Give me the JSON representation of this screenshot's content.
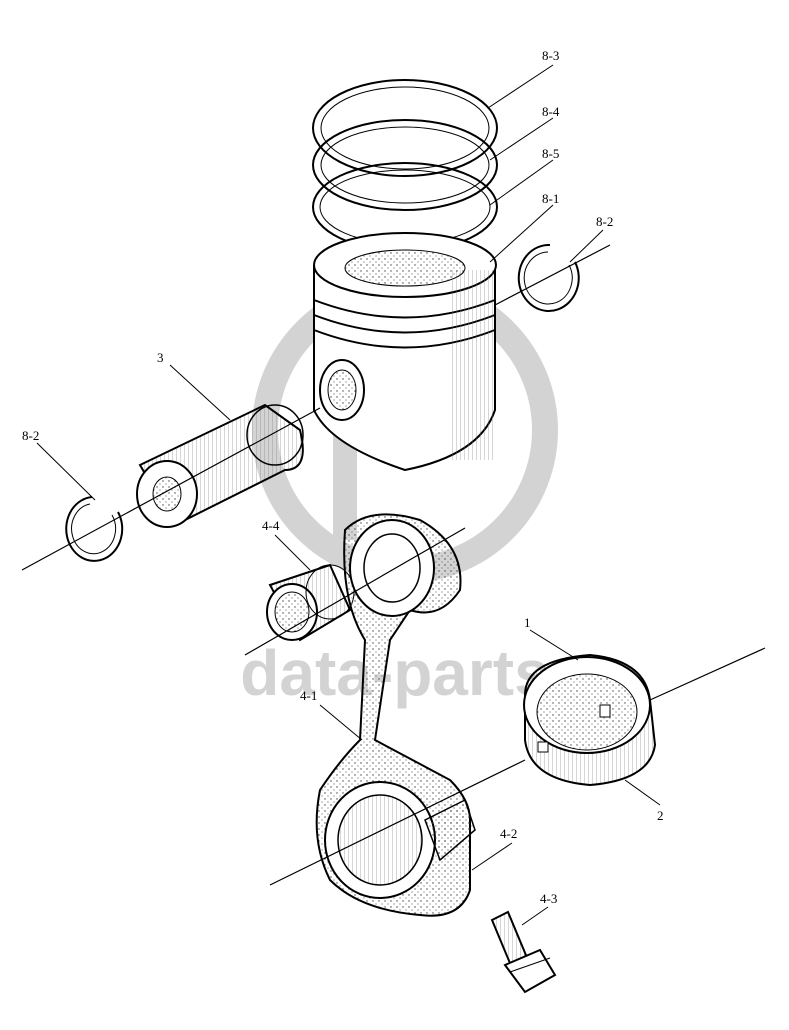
{
  "diagram": {
    "labels": {
      "ring_top": "8-3",
      "ring_mid": "8-4",
      "ring_low": "8-5",
      "piston": "8-1",
      "circlip_right": "8-2",
      "circlip_left": "8-2",
      "piston_pin": "3",
      "small_end_bush": "4-4",
      "conrod": "4-1",
      "bearing_upper": "1",
      "bearing_lower": "2",
      "conrod_cap": "4-2",
      "cap_bolt": "4-3"
    }
  },
  "watermark": {
    "text": "data-parts",
    "color": "#c8c8c8"
  }
}
